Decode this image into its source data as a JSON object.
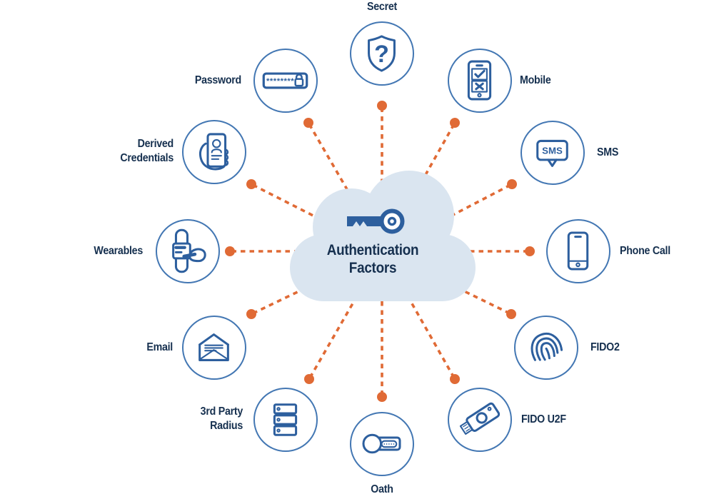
{
  "title": {
    "text": "Authentication\nFactors"
  },
  "icons": {
    "sms_text": "SMS",
    "password_mask": "********",
    "secret_question_mark": "?"
  },
  "nodes": [
    {
      "id": "secret",
      "label": "Secret",
      "icon": "shield-question-icon"
    },
    {
      "id": "mobile",
      "label": "Mobile",
      "icon": "mobile-verify-icon"
    },
    {
      "id": "sms",
      "label": "SMS",
      "icon": "sms-bubble-icon"
    },
    {
      "id": "phone-call",
      "label": "Phone Call",
      "icon": "smartphone-icon"
    },
    {
      "id": "fido2",
      "label": "FIDO2",
      "icon": "fingerprint-icon"
    },
    {
      "id": "fido-u2f",
      "label": "FIDO U2F",
      "icon": "usb-security-key-icon"
    },
    {
      "id": "oath",
      "label": "Oath",
      "icon": "otp-token-icon"
    },
    {
      "id": "3rd-party-radius",
      "label": "3rd Party\nRadius",
      "icon": "server-stack-icon"
    },
    {
      "id": "email",
      "label": "Email",
      "icon": "envelope-icon"
    },
    {
      "id": "wearables",
      "label": "Wearables",
      "icon": "smartwatch-icon"
    },
    {
      "id": "derived-credentials",
      "label": "Derived\nCredentials",
      "icon": "hand-phone-id-icon"
    },
    {
      "id": "password",
      "label": "Password",
      "icon": "password-field-icon"
    }
  ],
  "colors": {
    "accent_orange": "#E06A35",
    "circle_blue": "#4377B3",
    "icon_blue": "#2D5F9E",
    "text_navy": "#16304F",
    "cloud_fill": "#DAE5F0",
    "background": "#FFFFFF"
  }
}
